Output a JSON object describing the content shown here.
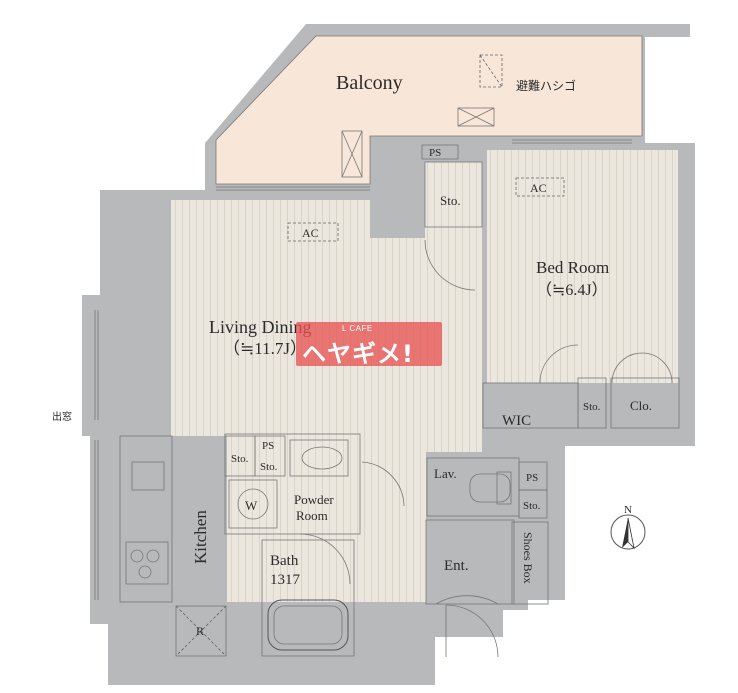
{
  "rooms": {
    "balcony": "Balcony",
    "escape_ladder": "避難ハシゴ",
    "living_dining": "Living Dining",
    "living_dining_size": "（≒11.7J）",
    "bed_room": "Bed Room",
    "bed_room_size": "（≒6.4J）",
    "wic": "WIC",
    "sto": "Sto.",
    "clo": "Clo.",
    "ps": "PS",
    "ac": "AC",
    "kitchen": "Kitchen",
    "powder_room_1": "Powder",
    "powder_room_2": "Room",
    "washer": "W",
    "bath": "Bath",
    "bath_size": "1317",
    "lav": "Lav.",
    "ent": "Ent.",
    "shoes_box": "Shoes Box",
    "refrigerator": "R",
    "bay_window": "出窓"
  },
  "compass": {
    "north": "N"
  },
  "watermark": {
    "small": "L CAFE",
    "large": "ヘヤギメ!"
  },
  "colors": {
    "wall": "#b7b9bb",
    "floor": "#ece8df",
    "balcony": "#f8e6d8",
    "wet_area": "#dcecf7",
    "watermark": "#e85454"
  }
}
